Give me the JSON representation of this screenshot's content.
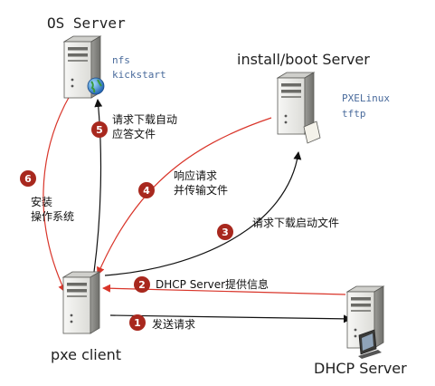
{
  "nodes": {
    "os_server": {
      "title": "OS Server",
      "services": [
        "nfs",
        "kickstart"
      ]
    },
    "install_server": {
      "title": "install/boot Server",
      "services": [
        "PXELinux",
        "tftp"
      ]
    },
    "pxe_client": {
      "title": "pxe client"
    },
    "dhcp_server": {
      "title": "DHCP Server"
    }
  },
  "steps": [
    {
      "num": "1",
      "text": [
        "发送请求"
      ]
    },
    {
      "num": "2",
      "text": [
        "DHCP Server提供信息"
      ]
    },
    {
      "num": "3",
      "text": [
        "请求下载启动文件"
      ]
    },
    {
      "num": "4",
      "text": [
        "响应请求",
        "并传输文件"
      ]
    },
    {
      "num": "5",
      "text": [
        "请求下载自动",
        "应答文件"
      ]
    },
    {
      "num": "6",
      "text": [
        "安装",
        "操作系统"
      ]
    }
  ],
  "colors": {
    "badge": "#a8281e",
    "red_arrow": "#d9352a",
    "black_arrow": "#111111",
    "service_text": "#4a6b9c"
  },
  "icons": {
    "server": "tower-server-icon",
    "globe": "globe-icon",
    "cd": "cd-drive-icon",
    "monitor": "monitor-icon"
  }
}
